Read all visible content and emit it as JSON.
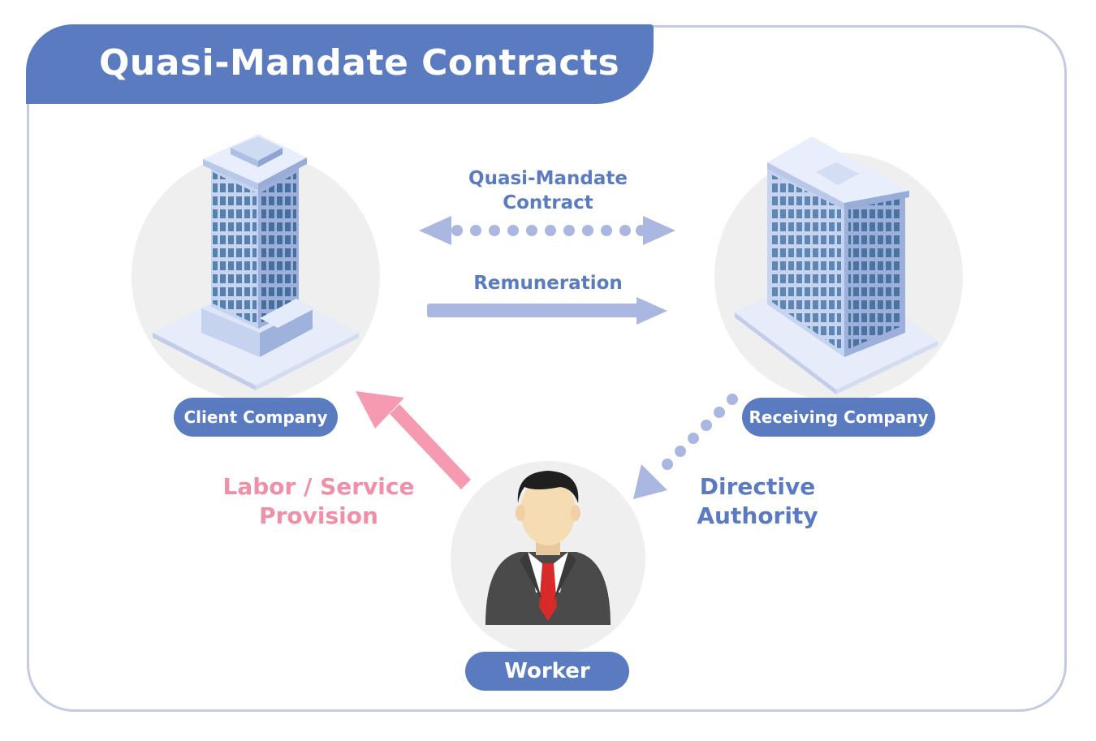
{
  "title": "Quasi-Mandate Contracts",
  "nodes": {
    "client": "Client Company",
    "receiving": "Receiving Company",
    "worker": "Worker"
  },
  "relations": {
    "contract_line1": "Quasi-Mandate",
    "contract_line2": "Contract",
    "remuneration": "Remuneration",
    "labor_line1": "Labor / Service",
    "labor_line2": "Provision",
    "directive_line1": "Directive",
    "directive_line2": "Authority"
  },
  "colors": {
    "brand": "#5b7bc0",
    "arrow_blue": "#aab7e0",
    "arrow_pink": "#f59ab0",
    "label_pink": "#f08fa8",
    "frame": "#c3cbe4"
  },
  "icons": [
    "office-tower-icon",
    "office-building-icon",
    "businessman-icon"
  ]
}
